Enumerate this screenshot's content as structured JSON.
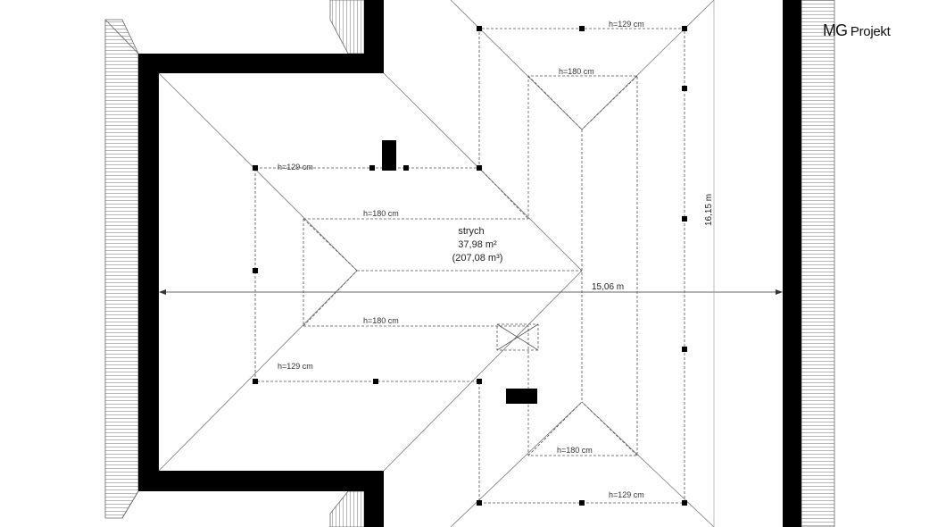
{
  "logo": {
    "brand": "MG",
    "name": "Projekt"
  },
  "room": {
    "name": "strych",
    "area": "37,98 m²",
    "volume": "(207,08 m³)"
  },
  "dimensions": {
    "width": "15,06 m",
    "depth": "16,15 m"
  },
  "heights": {
    "top_outer": "h=129 cm",
    "top_inner": "h=180 cm",
    "left_outer_top": "h=129 cm",
    "left_inner_top": "h=180 cm",
    "left_inner_bottom": "h=180 cm",
    "left_outer_bottom": "h=129 cm",
    "bottom_inner": "h=180 cm",
    "bottom_outer": "h=129 cm"
  }
}
